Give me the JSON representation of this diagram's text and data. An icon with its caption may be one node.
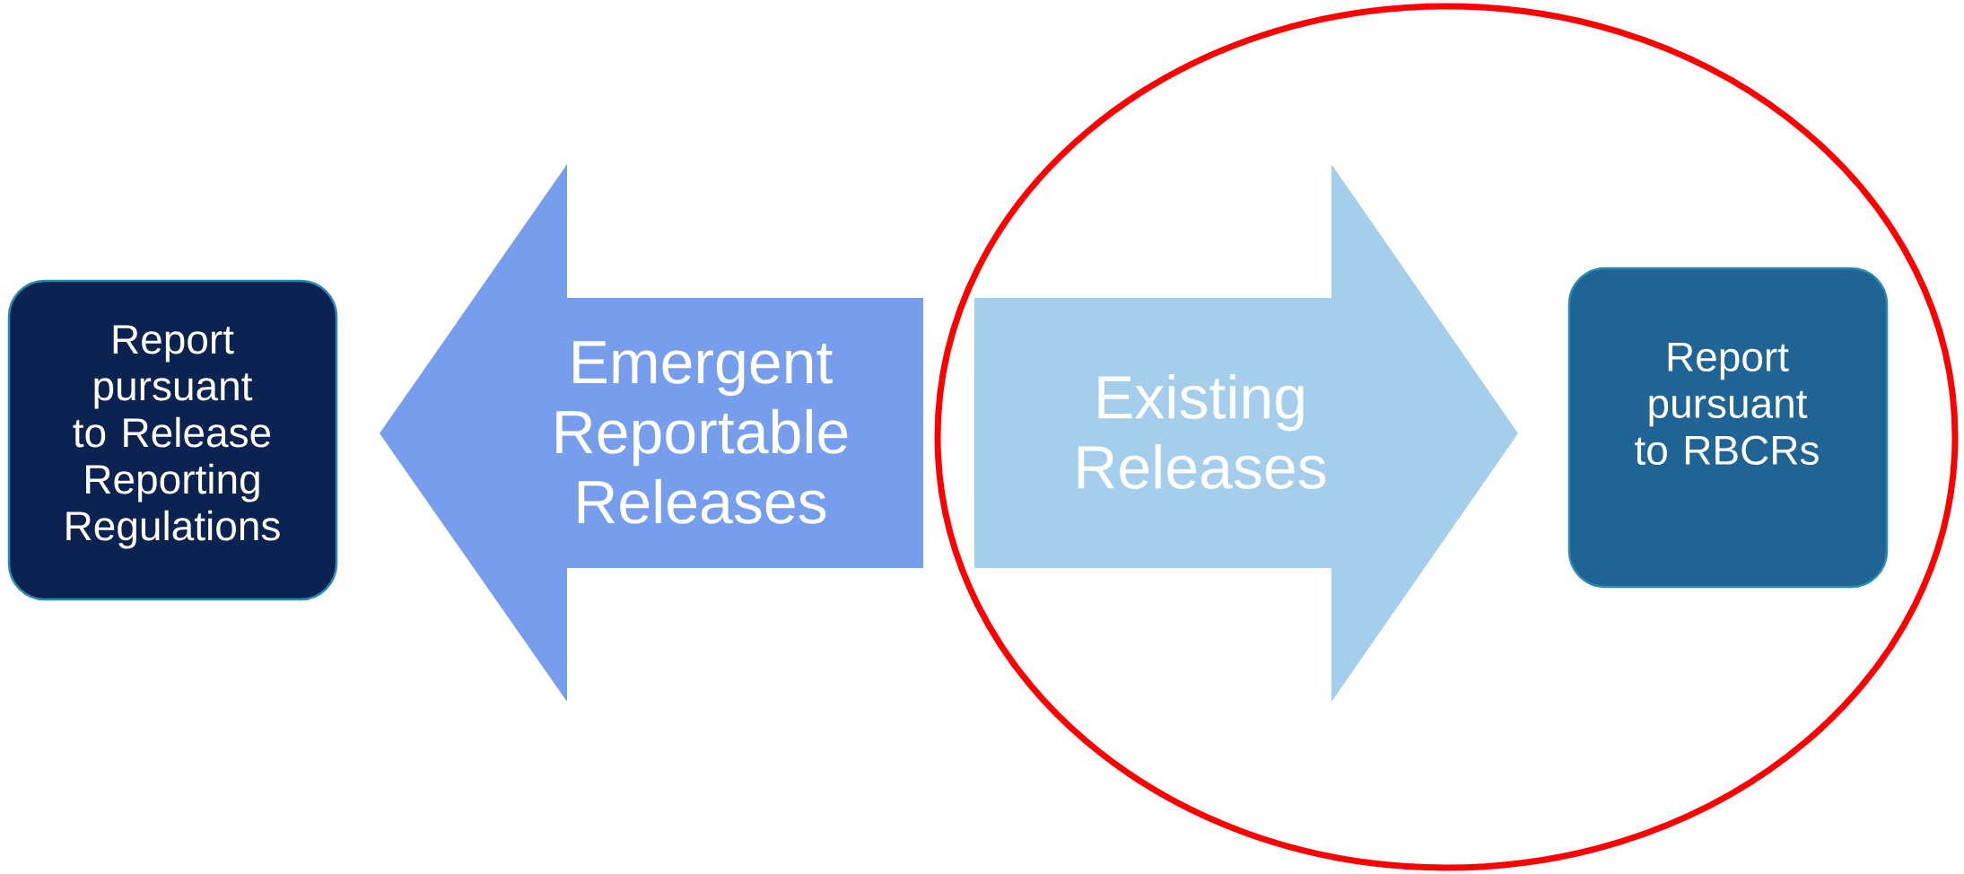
{
  "diagram": {
    "nodes": [
      {
        "text": [
          "Report pursuant to Release Reporting Regulations"
        ]
      },
      {
        "text": [
          "Emergent Reportable Releases"
        ]
      },
      {
        "text": [],
        "shape": "ellipse"
      },
      {
        "text": [
          "Existing Releases"
        ],
        "in": 2
      },
      {
        "text": [
          "Report pursuant to RBCRs"
        ],
        "in": 2
      }
    ]
  }
}
